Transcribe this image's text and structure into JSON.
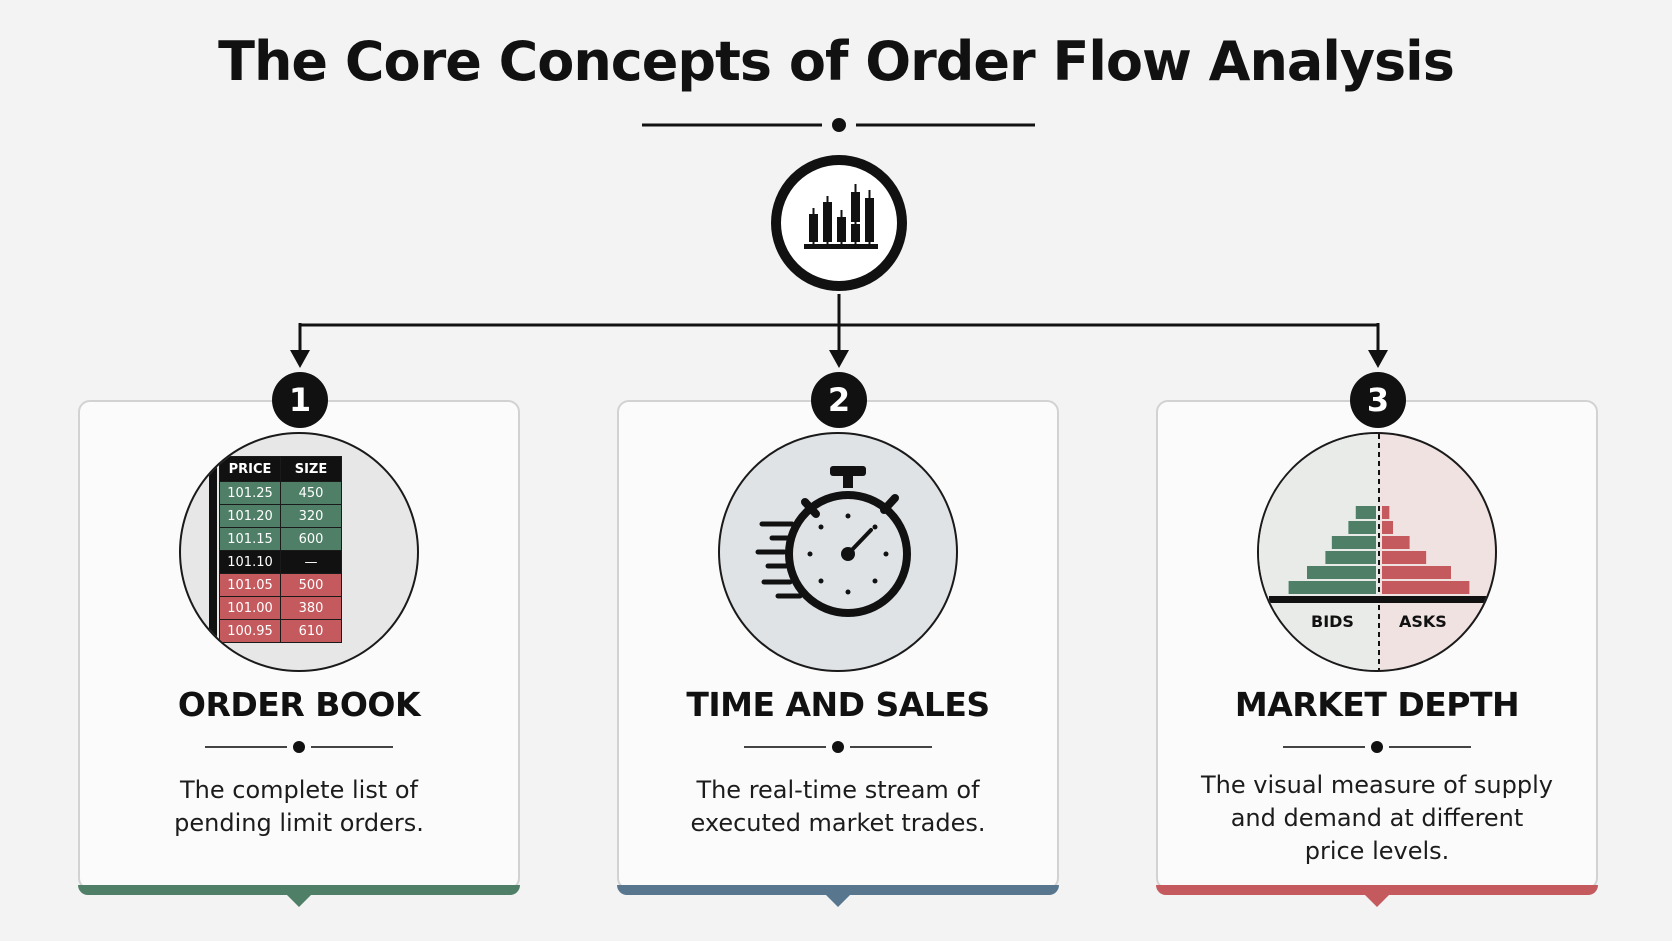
{
  "title": "The Core Concepts of Order Flow Analysis",
  "colors": {
    "green": "#4f7f66",
    "red": "#c45a5e",
    "blue": "#58778f",
    "dark": "#111111",
    "bid_bg": "#e8ebe8",
    "ask_bg": "#f1e2e2"
  },
  "hub": {
    "icon": "candlestick-chart-icon"
  },
  "cards": [
    {
      "number": "1",
      "title": "ORDER BOOK",
      "description_lines": [
        "The complete list of",
        "pending limit orders."
      ],
      "icon": "order-book-table-icon",
      "accent": "#4f7f66",
      "table": {
        "headers": [
          "PRICE",
          "SIZE"
        ],
        "rows": [
          {
            "price": "101.25",
            "size": "450",
            "side": "bid"
          },
          {
            "price": "101.20",
            "size": "320",
            "side": "bid"
          },
          {
            "price": "101.15",
            "size": "600",
            "side": "bid"
          },
          {
            "price": "101.10",
            "size": "—",
            "side": "mid"
          },
          {
            "price": "101.05",
            "size": "500",
            "side": "ask"
          },
          {
            "price": "101.00",
            "size": "380",
            "side": "ask"
          },
          {
            "price": "100.95",
            "size": "610",
            "side": "ask"
          }
        ]
      }
    },
    {
      "number": "2",
      "title": "TIME AND SALES",
      "description_lines": [
        "The real-time stream of",
        "executed market trades."
      ],
      "icon": "stopwatch-icon",
      "accent": "#58778f"
    },
    {
      "number": "3",
      "title": "MARKET DEPTH",
      "description_lines": [
        "The visual measure of supply",
        "and demand at different",
        "price levels."
      ],
      "icon": "depth-chart-icon",
      "accent": "#c45a5e",
      "depth": {
        "bids_label": "BIDS",
        "asks_label": "ASKS",
        "bid_levels": [
          0.22,
          0.3,
          0.48,
          0.55,
          0.75,
          0.95
        ],
        "ask_levels": [
          0.08,
          0.12,
          0.3,
          0.48,
          0.75,
          0.95
        ]
      }
    }
  ]
}
